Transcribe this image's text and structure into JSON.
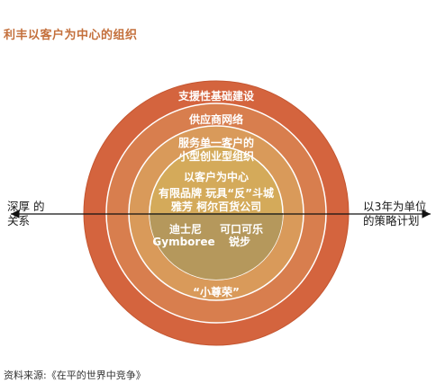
{
  "title": "利丰以客户为中心的组织",
  "rings": [
    {
      "label": "支援性基础建设",
      "color": "#d4643e"
    },
    {
      "label": "供应商网络",
      "color": "#d87e4e"
    },
    {
      "label_lines": [
        "服务单一客户的",
        "小型创业型组织"
      ],
      "color": "#d99a5a"
    },
    {
      "label_lines": [
        "以客户为中心",
        "有限品牌 玩具“反”斗城",
        "雅芳 柯尔百货公司"
      ],
      "color": "#d4aa5a"
    }
  ],
  "core": {
    "color": "#b5985c",
    "clients_row1": [
      "迪士尼",
      "可口可乐"
    ],
    "clients_row2": [
      "Gymboree",
      "锐步"
    ],
    "bottom_label": "“小尊荣”"
  },
  "axis": {
    "left_label_lines": [
      "深厚 的",
      "关系"
    ],
    "right_label_lines": [
      "以3年为单位",
      "的策略计划"
    ]
  },
  "source": "资料来源:《在平的世界中竞争》",
  "colors": {
    "title": "#c4703c",
    "text": "#ffffff"
  }
}
